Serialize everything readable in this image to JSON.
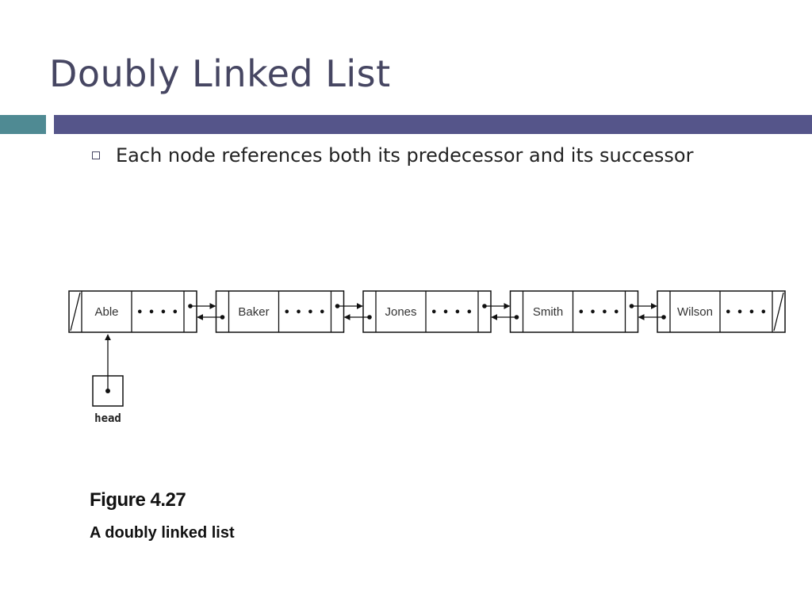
{
  "slide": {
    "title": "Doubly Linked List",
    "bullets": [
      "Each node references both its predecessor and its successor"
    ]
  },
  "diagram": {
    "nodes": [
      "Able",
      "Baker",
      "Jones",
      "Smith",
      "Wilson"
    ],
    "data_placeholder": "• • • •",
    "head_label": "head"
  },
  "caption": {
    "number": "Figure 4.27",
    "description": "A doubly linked list"
  }
}
